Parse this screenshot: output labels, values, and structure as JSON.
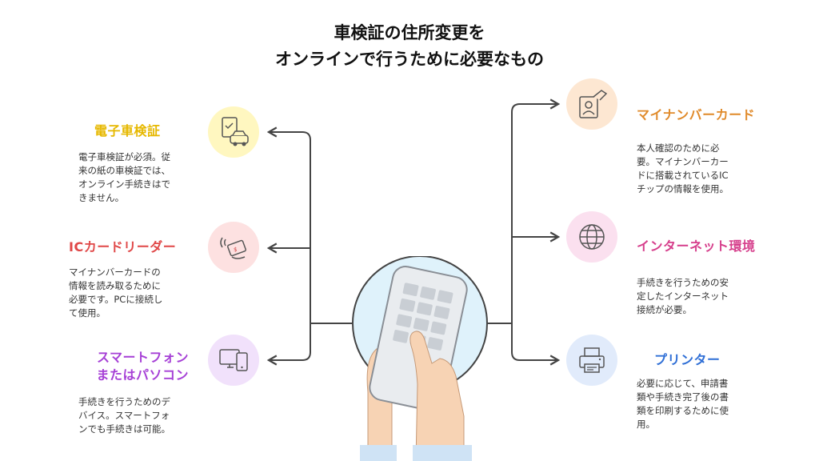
{
  "title": {
    "line1": "車検証の住所変更を",
    "line2": "オンラインで行うために必要なもの"
  },
  "left_items": [
    {
      "label": "電子車検証",
      "color": "#e6b800",
      "icon": "vehicle-inspection-certificate-icon",
      "desc": [
        "電子車検証が必須。従",
        "来の紙の車検証では、",
        "オンライン手続きはで",
        "きません。"
      ]
    },
    {
      "label": "ICカードリーダー",
      "color": "#e04848",
      "icon": "card-reader-icon",
      "desc": [
        "マイナンバーカードの",
        "情報を読み取るために",
        "必要です。PCに接続し",
        "て使用。"
      ]
    },
    {
      "label_lines": [
        "スマートフォン",
        "またはパソコン"
      ],
      "color": "#a640d6",
      "icon": "smartphone-pc-icon",
      "desc": [
        "手続きを行うためのデ",
        "バイス。スマートフォ",
        "ンでも手続きは可能。"
      ]
    }
  ],
  "right_items": [
    {
      "label": "マイナンバーカード",
      "color": "#e08a2a",
      "icon": "id-card-icon",
      "desc": [
        "本人確認のために必",
        "要。マイナンバーカー",
        "ドに搭載されているIC",
        "チップの情報を使用。"
      ]
    },
    {
      "label": "インターネット環境",
      "color": "#d63f8c",
      "icon": "globe-icon",
      "desc": [
        "手続きを行うための安",
        "定したインターネット",
        "接続が必要。"
      ]
    },
    {
      "label": "プリンター",
      "color": "#2f6fd6",
      "icon": "printer-icon",
      "desc": [
        "必要に応じて、申請書",
        "類や手続き完了後の書",
        "類を印刷するために使",
        "用。"
      ]
    }
  ],
  "colors": {
    "connector": "#444444",
    "yellow_bg": "#fff7c0",
    "red_bg": "#fde1e1",
    "purple_bg": "#f1e1fb",
    "orange_bg": "#fde7d2",
    "pink_bg": "#fbe0ef",
    "blue_bg": "#e1ebfb"
  }
}
